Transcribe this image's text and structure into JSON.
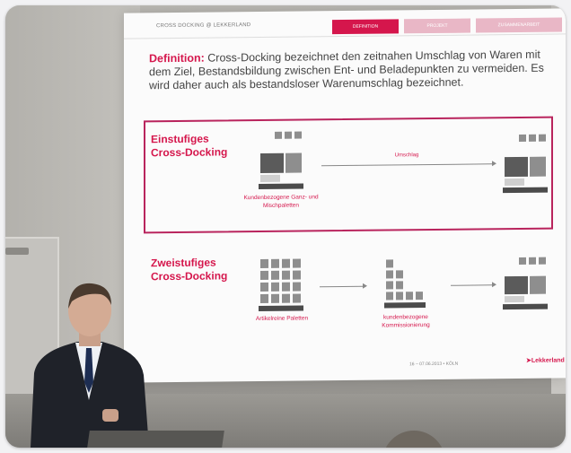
{
  "slide": {
    "header_label": "CROSS DOCKING @ LEKKERLAND",
    "tabs": [
      "DEFINITION",
      "PROJEKT",
      "ZUSAMMENARBEIT"
    ],
    "definition_label": "Definition:",
    "definition_text": " Cross-Docking bezeichnet den zeitnahen Umschlag von Waren mit dem Ziel, Bestandsbildung zwischen Ent- und Beladepunkten zu vermeiden. Es wird daher auch als bestandsloser Warenumschlag bezeichnet.",
    "section1_title": "Einstufiges Cross-Docking",
    "section1_arrow_label": "Umschlag",
    "section1_caption": "Kundenbezogene Ganz- und Mischpaletten",
    "section2_title": "Zweistufiges Cross-Docking",
    "section2_caption1": "Artikelreine Paletten",
    "section2_caption2": "kundenbezogene Kommissionierung",
    "footer": "16  –  07.06.2013 • KÖLN",
    "logo": "Lekkerland"
  },
  "colors": {
    "accent": "#d5164c",
    "box_border": "#b9245d"
  }
}
